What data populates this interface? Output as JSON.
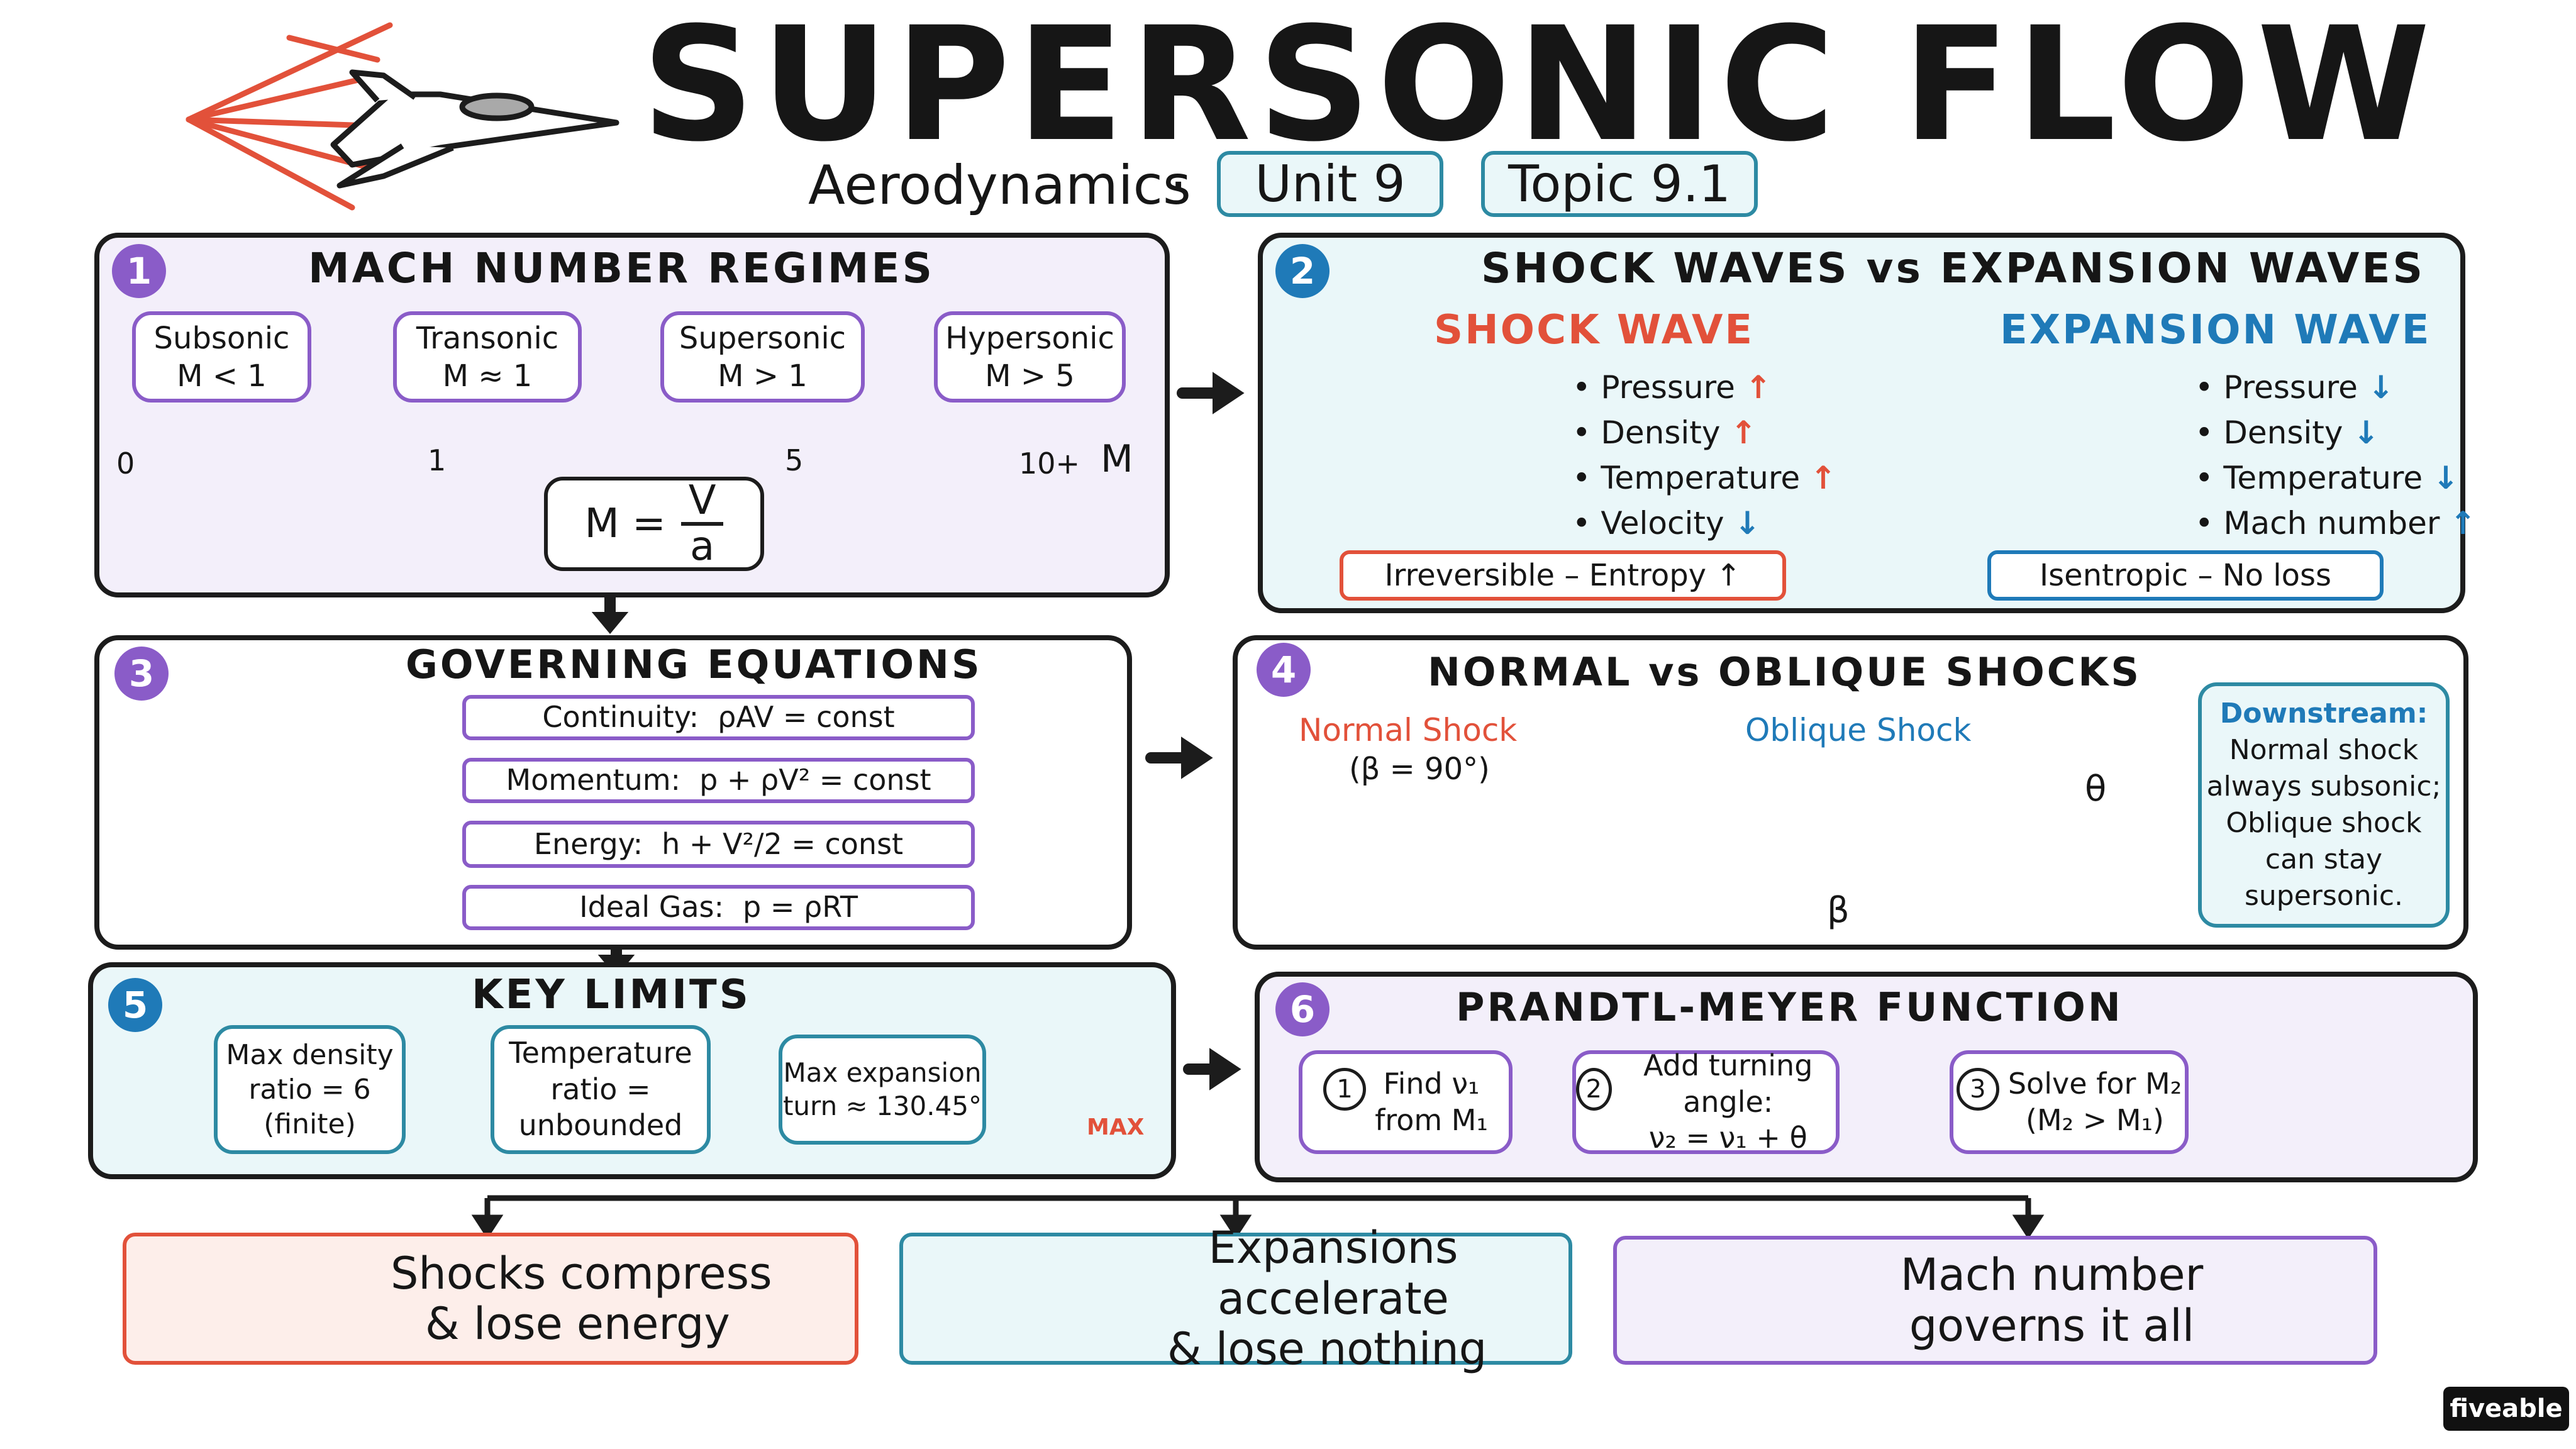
{
  "header": {
    "title": "SUPERSONIC FLOW",
    "subject": "Aerodynamics",
    "separator": "·",
    "unit": "Unit 9",
    "topic": "Topic 9.1"
  },
  "panel1": {
    "number": "1",
    "title": "MACH NUMBER REGIMES",
    "regimes": [
      {
        "name": "Subsonic",
        "cond": "M < 1"
      },
      {
        "name": "Transonic",
        "cond": "M ≈ 1"
      },
      {
        "name": "Supersonic",
        "cond": "M > 1"
      },
      {
        "name": "Hypersonic",
        "cond": "M > 5"
      }
    ],
    "axis_ticks": [
      "0",
      "1",
      "5",
      "10+"
    ],
    "axis_label": "M",
    "formula": {
      "lhs": "M =",
      "num": "V",
      "den": "a"
    }
  },
  "panel2": {
    "number": "2",
    "title": "SHOCK WAVES vs EXPANSION WAVES",
    "shock_title": "SHOCK WAVE",
    "shock_items": [
      {
        "label": "Pressure",
        "arrow": "↑"
      },
      {
        "label": "Density",
        "arrow": "↑"
      },
      {
        "label": "Temperature",
        "arrow": "↑"
      },
      {
        "label": "Velocity",
        "arrow": "↓"
      }
    ],
    "shock_note": "Irreversible – Entropy ↑",
    "expansion_title": "EXPANSION WAVE",
    "expansion_items": [
      {
        "label": "Pressure",
        "arrow": "↓"
      },
      {
        "label": "Density",
        "arrow": "↓"
      },
      {
        "label": "Temperature",
        "arrow": "↓"
      },
      {
        "label": "Mach number",
        "arrow": "↑"
      }
    ],
    "expansion_note": "Isentropic – No loss"
  },
  "panel3": {
    "number": "3",
    "title": "GOVERNING EQUATIONS",
    "equations": [
      {
        "name": "Continuity:",
        "eq": "ρAV = const"
      },
      {
        "name": "Momentum:",
        "eq": "p + ρV² = const"
      },
      {
        "name": "Energy:",
        "eq": "h + V²/2 = const"
      },
      {
        "name": "Ideal Gas:",
        "eq": "p = ρRT"
      }
    ]
  },
  "panel4": {
    "number": "4",
    "title": "NORMAL vs OBLIQUE SHOCKS",
    "normal_label": "Normal Shock",
    "normal_angle": "(β = 90°)",
    "oblique_label": "Oblique Shock",
    "theta": "θ",
    "beta": "β",
    "downstream_title": "Downstream:",
    "downstream_lines": [
      "Normal shock",
      "always subsonic;",
      "Oblique shock",
      "can stay",
      "supersonic."
    ]
  },
  "panel5": {
    "number": "5",
    "title": "KEY LIMITS",
    "limits": [
      {
        "lines": [
          "Max density",
          "ratio = 6",
          "(finite)"
        ]
      },
      {
        "lines": [
          "Temperature",
          "ratio =",
          "unbounded"
        ]
      },
      {
        "lines": [
          "Max expansion",
          "turn ≈ 130.45°"
        ]
      }
    ],
    "gauge_label": "MAX"
  },
  "panel6": {
    "number": "6",
    "title": "PRANDTL-MEYER FUNCTION",
    "steps": [
      {
        "num": "1",
        "line1": "Find ν₁",
        "line2": "from M₁"
      },
      {
        "num": "2",
        "line1": "Add turning angle:",
        "line2": "ν₂ = ν₁ + θ"
      },
      {
        "num": "3",
        "line1": "Solve for M₂",
        "line2": "(M₂ > M₁)"
      }
    ]
  },
  "takeaways": [
    {
      "line1": "Shocks compress",
      "line2": "& lose energy"
    },
    {
      "line1": "Expansions accelerate",
      "line2": "& lose nothing"
    },
    {
      "line1": "Mach number",
      "line2": "governs it all"
    }
  ],
  "brand": "fiveable",
  "colors": {
    "purple": "#8a5cc8",
    "purple_fill": "#f3effa",
    "blue": "#1f7ab8",
    "blue_fill": "#eaf7f9",
    "red": "#e2513a",
    "teal": "#2d8aa3"
  }
}
